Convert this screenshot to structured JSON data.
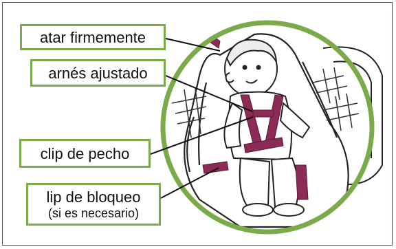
{
  "labels": {
    "tighten": "atar firmemente",
    "harness": "arnés ajustado",
    "chest_clip": "clip de pecho",
    "locking_clip": "lip de bloqueo",
    "locking_clip_note": "(si es necesario)"
  },
  "colors": {
    "circle_outline": "#7aaa4a",
    "label_border": "#7aaa4a",
    "harness": "#8c2b55",
    "frame_border": "#4a5560"
  }
}
